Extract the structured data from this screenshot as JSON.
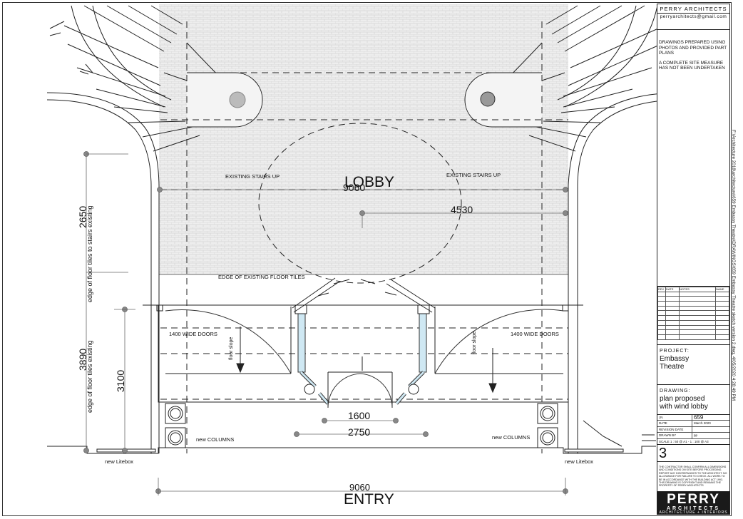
{
  "labels": {
    "lobby": "LOBBY",
    "entry": "ENTRY",
    "stairs_left": "EXISTING STAIRS UP",
    "stairs_right": "EXISTING STAIRS UP",
    "edge_tiles": "EDGE OF EXISTING FLOOR TILES",
    "doors_left": "1400 WIDE DOORS",
    "doors_right": "1400 WIDE DOORS",
    "floor_slope_left": "floor slope",
    "floor_slope_right": "floor slope",
    "columns_left": "new COLUMNS",
    "columns_right": "new COLUMNS",
    "litebox_left": "new Litebox",
    "litebox_right": "new Litebox"
  },
  "dimensions": {
    "lobby_width": "9060",
    "radius": "4530",
    "v_2650": "2650",
    "v_2650_note": "edge of floor tiles to stairs existing",
    "v_3890": "3890",
    "v_3890_note": "edge of floor tiles existing",
    "v_3100": "3100",
    "d_1600": "1600",
    "d_2750": "2750",
    "entry_width": "9060"
  },
  "title_block": {
    "firm": "PERRY ARCHITECTS",
    "email": "perryarchitects@gmail.com",
    "note1": "DRAWINGS PREPARED USING PHOTOS AND PROVIDED PART PLANS",
    "note2": "A COMPLETE SITE MEASURE HAS NOT BEEN UNDERTAKEN",
    "rev_headers": [
      "REV",
      "DATE",
      "NOTES",
      "NAME"
    ],
    "project_label": "PROJECT:",
    "project_line1": "Embassy",
    "project_line2": "Theatre",
    "drawing_label": "DRAWING:",
    "drawing_line1": "plan proposed",
    "drawing_line2": "with wind lobby",
    "info": [
      {
        "k": "JN",
        "v": "659"
      },
      {
        "k": "DATE",
        "v": "March 2020"
      },
      {
        "k": "REVISION DATE",
        "v": ""
      },
      {
        "k": "DRAWN BY",
        "v": "pp"
      },
      {
        "k": "SCALE 1 : 50 @ A1 - 1 : 100 @ A3",
        "v": ""
      }
    ],
    "sheet_no": "3",
    "disclaimer": "THE CONTRACTOR SHALL CONFIRM ALL DIMENSIONS AND CONDITIONS ON SITE BEFORE PROCEEDING. REPORT ANY DISCREPANCIES TO THE ARCHITECT. NO ALLOWANCE FOR FAILURE TO CHECK. ALL WORK TO BE IN ACCORDANCE WITH THE BUILDING ACT 1993. THIS DRAWING IS COPYRIGHT AND REMAINS THE PROPERTY OF PERRY ARCHITECTS",
    "logo_big": "PERRY",
    "logo_sm": "ARCHITECTS",
    "logo_xs": "ARCHITECTURE + INTERIORS"
  },
  "file_path": "F:\\Architecture 2018\\architecture\\659 Embassy Theatre\\DRAWINGS\\659 Embassy Theatre sketch version 2.dwg, 4/05/2020 4:28:49 PM"
}
